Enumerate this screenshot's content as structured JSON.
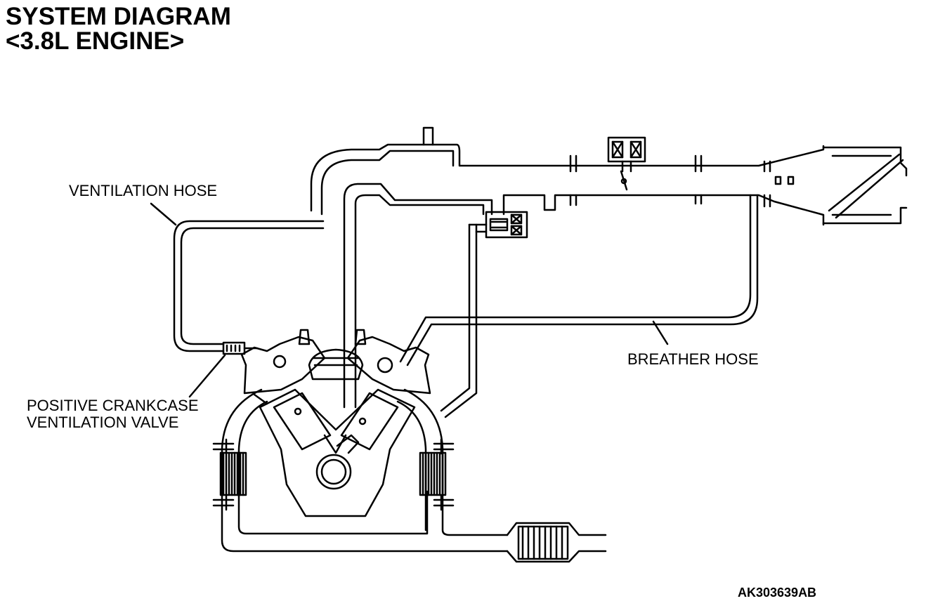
{
  "title": {
    "line1": "SYSTEM DIAGRAM",
    "line2": "<3.8L ENGINE>"
  },
  "labels": {
    "ventilation_hose": "VENTILATION HOSE",
    "breather_hose": "BREATHER HOSE",
    "pcv_valve_line1": "POSITIVE CRANKCASE",
    "pcv_valve_line2": "VENTILATION VALVE"
  },
  "figure_id": "AK303639AB"
}
